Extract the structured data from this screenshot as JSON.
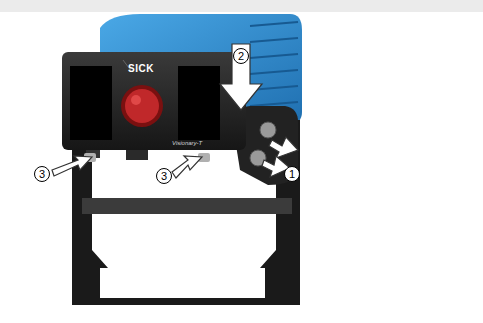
{
  "diagram": {
    "labels": [
      "SICK",
      "Visionary-T",
      "1",
      "2",
      "3",
      "3"
    ]
  }
}
